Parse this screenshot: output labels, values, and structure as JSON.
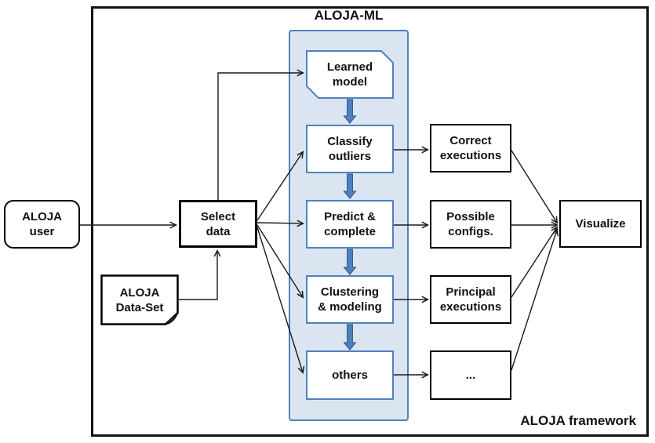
{
  "diagram": {
    "outer_label": "ALOJA framework",
    "ml_group": {
      "title": "ALOJA-ML"
    },
    "nodes": {
      "aloja_user": {
        "label": "ALOJA user",
        "lines": [
          "ALOJA",
          "user"
        ]
      },
      "aloja_dataset": {
        "label": "ALOJA Data-Set",
        "lines": [
          "ALOJA",
          "Data-Set"
        ]
      },
      "select_data": {
        "label": "Select data",
        "lines": [
          "Select",
          "data"
        ]
      },
      "learned_model": {
        "label": "Learned model",
        "lines": [
          "Learned",
          "model"
        ]
      },
      "classify_outliers": {
        "label": "Classify outliers",
        "lines": [
          "Classify",
          "outliers"
        ]
      },
      "predict_complete": {
        "label": "Predict & complete",
        "lines": [
          "Predict &",
          "complete"
        ]
      },
      "clustering_modeling": {
        "label": "Clustering & modeling",
        "lines": [
          "Clustering",
          "& modeling"
        ]
      },
      "others": {
        "label": "others",
        "lines": [
          "others"
        ]
      },
      "correct_executions": {
        "label": "Correct executions",
        "lines": [
          "Correct",
          "executions"
        ]
      },
      "possible_configs": {
        "label": "Possible configs.",
        "lines": [
          "Possible",
          "configs."
        ]
      },
      "principal_executions": {
        "label": "Principal executions",
        "lines": [
          "Principal",
          "executions"
        ]
      },
      "more": {
        "label": "...",
        "lines": [
          "..."
        ]
      },
      "visualize": {
        "label": "Visualize",
        "lines": [
          "Visualize"
        ]
      }
    },
    "edges": [
      {
        "from": "aloja_user",
        "to": "select_data",
        "style": "thin-black"
      },
      {
        "from": "aloja_dataset",
        "to": "select_data",
        "style": "thin-black"
      },
      {
        "from": "select_data",
        "to": "learned_model",
        "style": "thin-black"
      },
      {
        "from": "select_data",
        "to": "classify_outliers",
        "style": "thin-black"
      },
      {
        "from": "select_data",
        "to": "predict_complete",
        "style": "thin-black"
      },
      {
        "from": "select_data",
        "to": "clustering_modeling",
        "style": "thin-black"
      },
      {
        "from": "select_data",
        "to": "others",
        "style": "thin-black"
      },
      {
        "from": "learned_model",
        "to": "classify_outliers",
        "style": "thick-blue"
      },
      {
        "from": "classify_outliers",
        "to": "predict_complete",
        "style": "thick-blue"
      },
      {
        "from": "predict_complete",
        "to": "clustering_modeling",
        "style": "thick-blue"
      },
      {
        "from": "clustering_modeling",
        "to": "others",
        "style": "thick-blue"
      },
      {
        "from": "classify_outliers",
        "to": "correct_executions",
        "style": "thin-black"
      },
      {
        "from": "predict_complete",
        "to": "possible_configs",
        "style": "thin-black"
      },
      {
        "from": "clustering_modeling",
        "to": "principal_executions",
        "style": "thin-black"
      },
      {
        "from": "others",
        "to": "more",
        "style": "thin-black"
      },
      {
        "from": "correct_executions",
        "to": "visualize",
        "style": "thin-black"
      },
      {
        "from": "possible_configs",
        "to": "visualize",
        "style": "thin-black"
      },
      {
        "from": "principal_executions",
        "to": "visualize",
        "style": "thin-black"
      },
      {
        "from": "more",
        "to": "visualize",
        "style": "thin-black"
      }
    ],
    "colors": {
      "ml_fill": "#dbe5f2",
      "ml_border": "#4f81bd",
      "thick_arrow_fill": "#4f81bd",
      "thick_arrow_edge": "#36608f",
      "box_border_black": "#000000",
      "frame_border": "#111111"
    }
  }
}
